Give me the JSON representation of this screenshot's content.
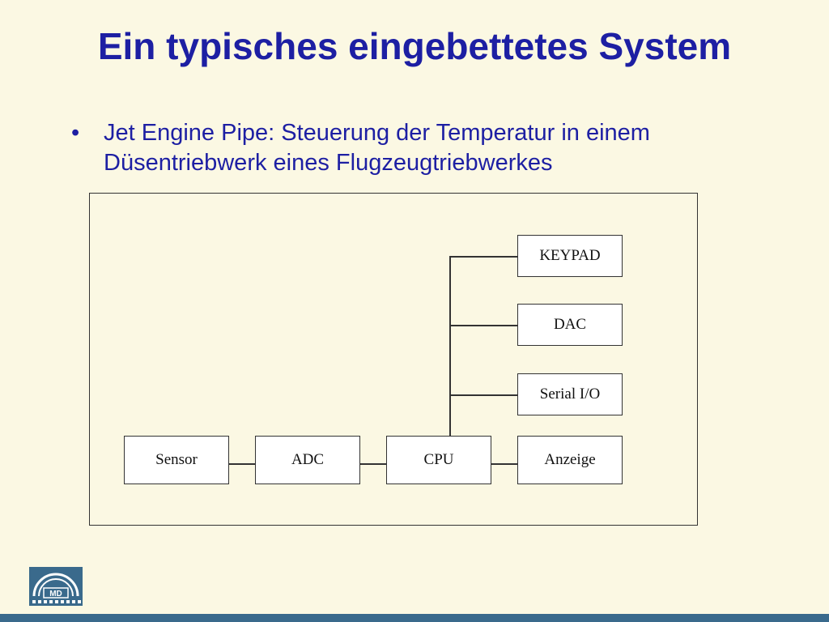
{
  "slide": {
    "title": "Ein typisches eingebettetes System",
    "bullet_symbol": "•",
    "bullet_text": "Jet Engine Pipe: Steuerung der Temperatur in einem Düsentriebwerk eines Flugzeugtriebwerkes"
  },
  "diagram": {
    "bottom_row": {
      "sensor": "Sensor",
      "adc": "ADC",
      "cpu": "CPU",
      "display": "Anzeige"
    },
    "peripherals": {
      "keypad": "KEYPAD",
      "dac": "DAC",
      "serial": "Serial I/O"
    }
  },
  "footer": {
    "logo_text": "MD",
    "line1": "",
    "line2": "",
    "colors": {
      "bar": "#3a6a8c",
      "logo": "#3a6a8c"
    }
  },
  "colors": {
    "background": "#fbf8e3",
    "title": "#1d1fa3",
    "text": "#1d1fa3"
  }
}
